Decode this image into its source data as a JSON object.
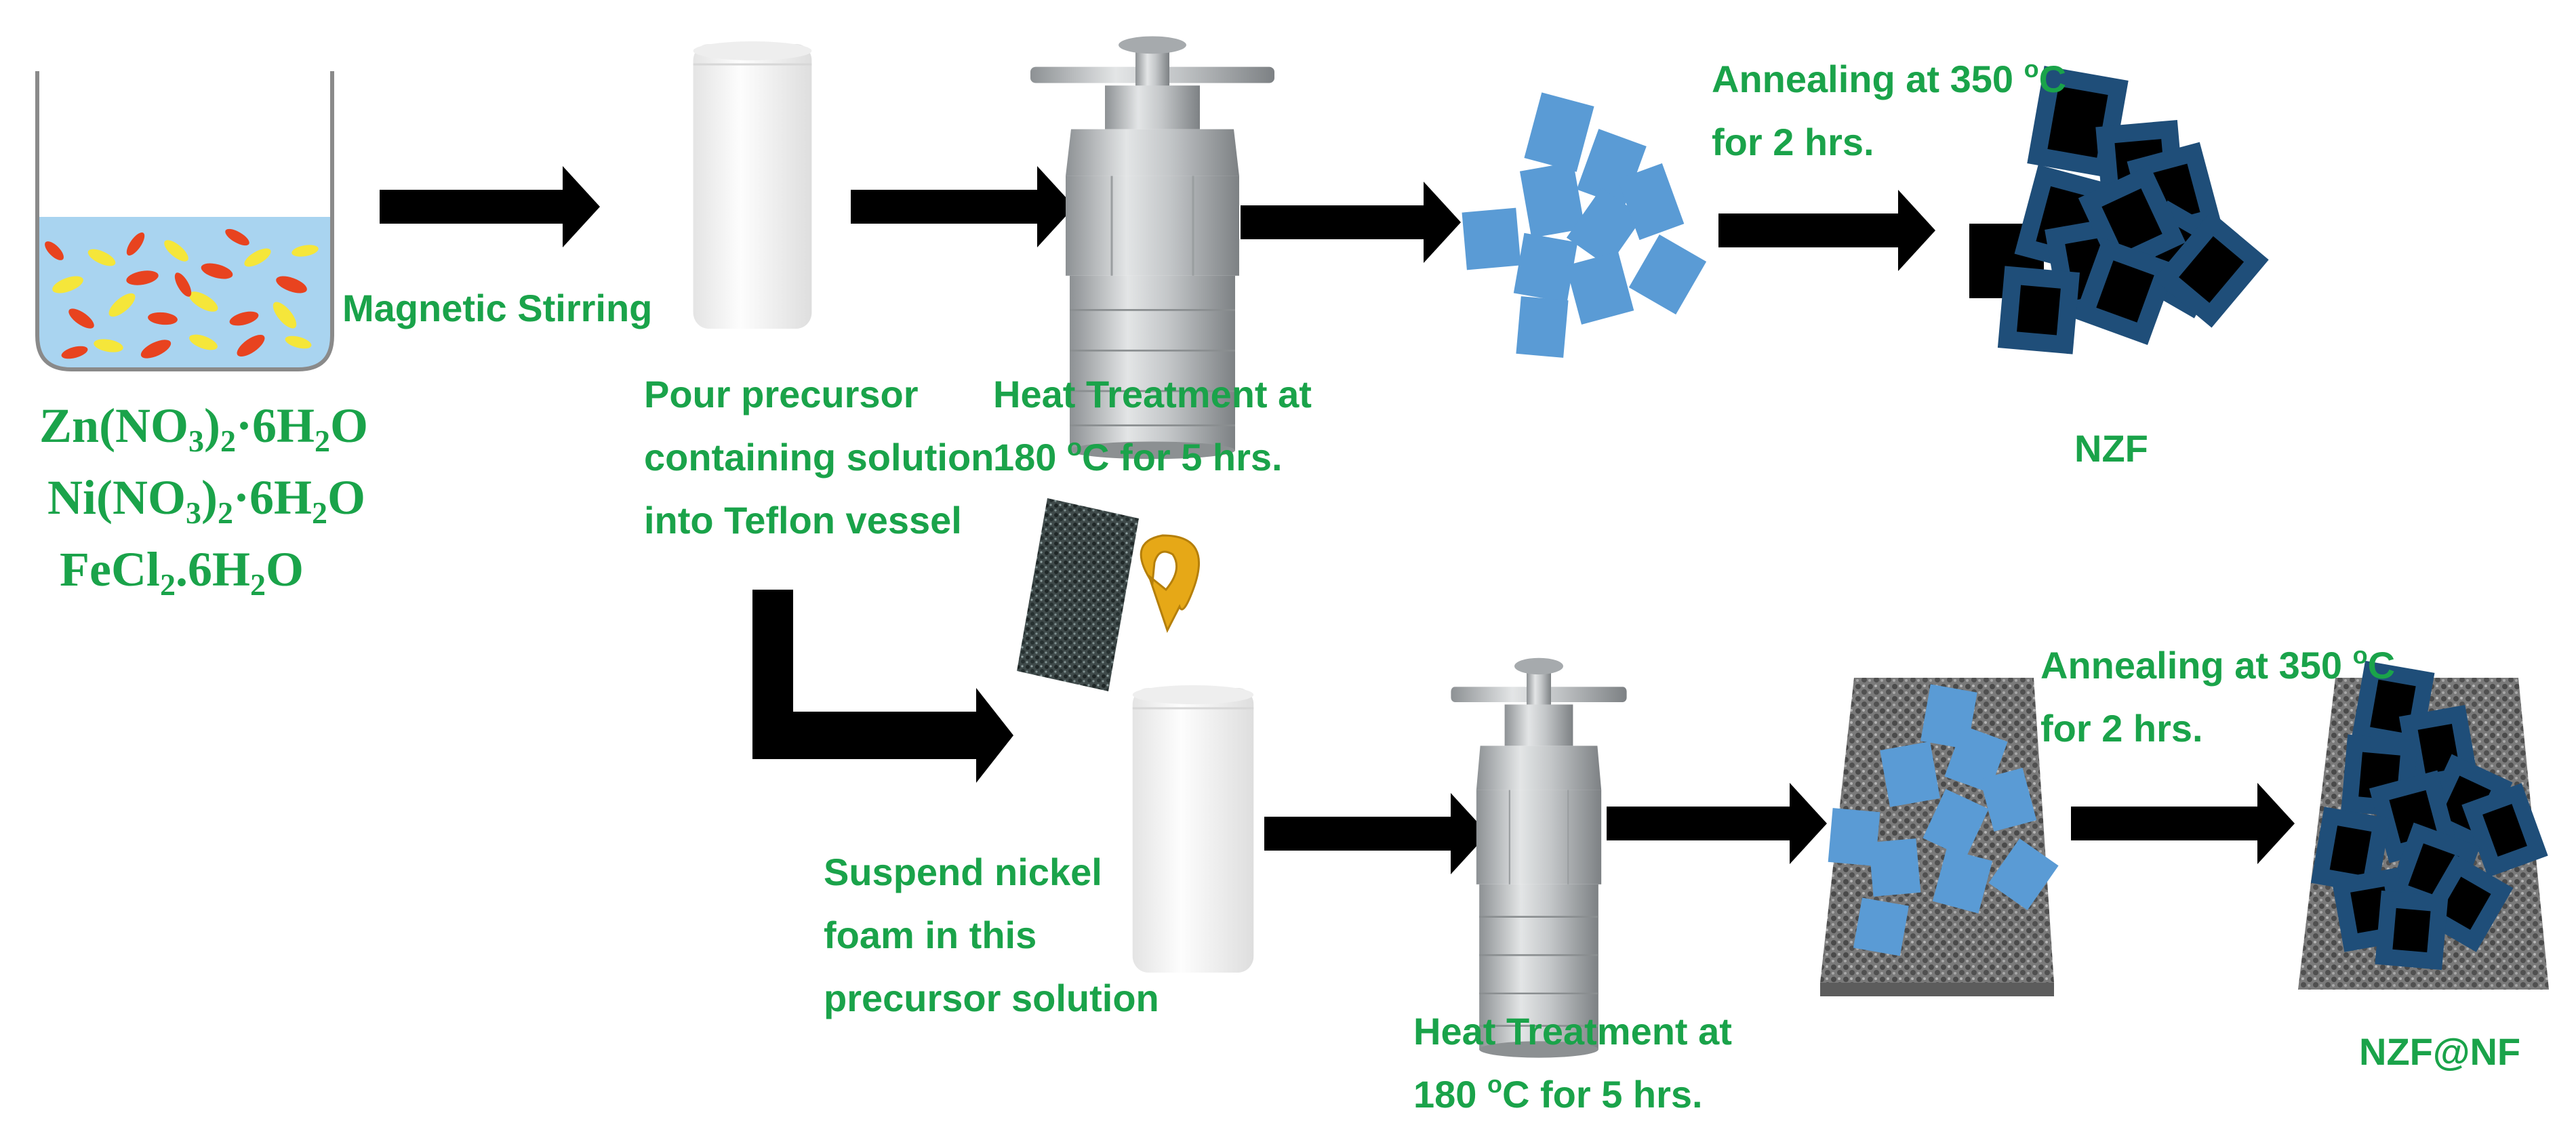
{
  "colors": {
    "label_green": "#1aa34a",
    "arrow": "#000000",
    "plate_fill": "#5a9bd5",
    "plate_dark": "#1f4e79",
    "solution": "#a9d4f0",
    "steel": "#b9bcbe",
    "teflon": "#f4f4f4",
    "foam": "#6e6e6e",
    "rotate_arrow": "#e6a817"
  },
  "icons": [
    "beaker-icon",
    "teflon-vessel-icon",
    "autoclave-icon",
    "nickel-foam-icon",
    "rotate-arrow-icon"
  ],
  "reagents": {
    "r1": {
      "a": "Zn(NO",
      "s1": "3",
      "b": ")",
      "s2": "2",
      "c": "·6H",
      "s3": "2",
      "d": "O"
    },
    "r2": {
      "a": "Ni(NO",
      "s1": "3",
      "b": ")",
      "s2": "2",
      "c": "·6H",
      "s3": "2",
      "d": "O"
    },
    "r3": {
      "a": "FeCl",
      "s1": "2",
      "b": ".6H",
      "s2": "2",
      "c": "O"
    }
  },
  "steps": {
    "magnetic_stirring": "Magnetic Stirring",
    "pour_line1": "Pour precursor",
    "pour_line2": "containing solution",
    "pour_line3": "into Teflon vessel",
    "heat_top_line1": "Heat Treatment at",
    "heat_top_line2_pre": "180 ",
    "heat_top_deg": "o",
    "heat_top_line2_post": "C for 5 hrs.",
    "anneal_top_line1_pre": "Annealing at 350 ",
    "anneal_top_deg": "o",
    "anneal_top_line1_post": "C",
    "anneal_top_line2": "for 2 hrs.",
    "suspend_line1": "Suspend nickel",
    "suspend_line2": "foam in this",
    "suspend_line3": "precursor solution",
    "heat_bottom_line1": "Heat Treatment at",
    "heat_bottom_line2_pre": "180 ",
    "heat_bottom_deg": "o",
    "heat_bottom_line2_post": "C for 5 hrs.",
    "anneal_bottom_line1_pre": "Annealing at 350 ",
    "anneal_bottom_deg": "o",
    "anneal_bottom_line1_post": "C",
    "anneal_bottom_line2": "for 2 hrs."
  },
  "products": {
    "nzf": "NZF",
    "nzf_nf": "NZF@NF"
  }
}
